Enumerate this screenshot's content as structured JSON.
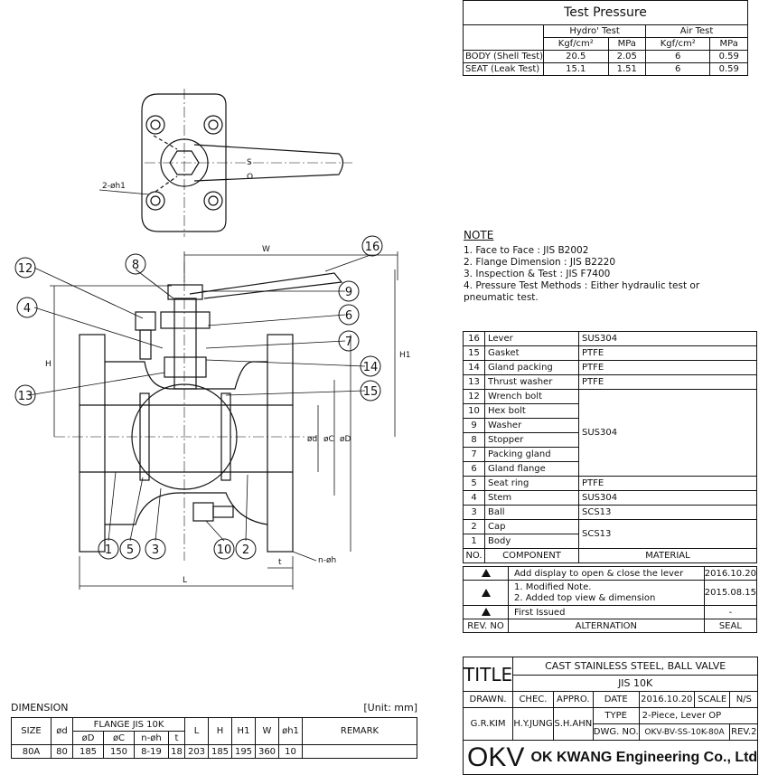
{
  "test_pressure": {
    "title": "Test Pressure",
    "hydro": "Hydro' Test",
    "air": "Air Test",
    "units": [
      "Kgf/cm²",
      "MPa",
      "Kgf/cm²",
      "MPa"
    ],
    "rows": [
      {
        "label": "BODY (Shell Test)",
        "values": [
          "20.5",
          "2.05",
          "6",
          "0.59"
        ]
      },
      {
        "label": "SEAT (Leak Test)",
        "values": [
          "15.1",
          "1.51",
          "6",
          "0.59"
        ]
      }
    ]
  },
  "notes": {
    "title": "NOTE",
    "items": [
      "1. Face to Face : JIS B2002",
      "2. Flange Dimension : JIS B2220",
      "3. Inspection & Test : JIS F7400",
      "4. Pressure Test Methods : Either hydraulic test or pneumatic test."
    ]
  },
  "parts": {
    "header": [
      "NO.",
      "COMPONENT",
      "MATERIAL"
    ],
    "rows": [
      {
        "no": "16",
        "name": "Lever",
        "mat": "SUS304"
      },
      {
        "no": "15",
        "name": "Gasket",
        "mat": "PTFE"
      },
      {
        "no": "14",
        "name": "Gland packing",
        "mat": "PTFE"
      },
      {
        "no": "13",
        "name": "Thrust washer",
        "mat": "PTFE"
      },
      {
        "no": "12",
        "name": "Wrench bolt",
        "mat": ""
      },
      {
        "no": "10",
        "name": "Hex bolt",
        "mat": ""
      },
      {
        "no": "9",
        "name": "Washer",
        "mat": ""
      },
      {
        "no": "8",
        "name": "Stopper",
        "mat": ""
      },
      {
        "no": "7",
        "name": "Packing gland",
        "mat": ""
      },
      {
        "no": "6",
        "name": "Gland flange",
        "mat": ""
      },
      {
        "no": "5",
        "name": "Seat ring",
        "mat": "PTFE"
      },
      {
        "no": "4",
        "name": "Stem",
        "mat": "SUS304"
      },
      {
        "no": "3",
        "name": "Ball",
        "mat": "SCS13"
      },
      {
        "no": "2",
        "name": "Cap",
        "mat": ""
      },
      {
        "no": "1",
        "name": "Body",
        "mat": ""
      }
    ],
    "group_sus304": "SUS304",
    "group_scs13": "SCS13"
  },
  "revisions": {
    "rows": [
      {
        "text": "Add display to open & close the lever",
        "date": "2016.10.20"
      },
      {
        "text": "1. Modified Note.\n2. Added top view & dimension",
        "date": "2015.08.15"
      },
      {
        "text": "First Issued",
        "date": "-"
      }
    ],
    "header": [
      "REV. NO",
      "ALTERNATION",
      "SEAL"
    ]
  },
  "title_block": {
    "title_label": "TITLE",
    "title_line1": "CAST STAINLESS STEEL, BALL VALVE",
    "title_line2": "JIS 10K",
    "drawn_label": "DRAWN.",
    "checked_label": "CHEC.",
    "approved_label": "APPRO.",
    "date_label": "DATE",
    "date": "2016.10.20",
    "scale_label": "SCALE",
    "scale": "N/S",
    "drawn": "G.R.KIM",
    "checked": "H.Y.JUNG",
    "approved": "S.H.AHN",
    "type_label": "TYPE",
    "type": "2-Piece, Lever OP",
    "dwg_label": "DWG. NO.",
    "dwg": "OKV-BV-SS-10K-80A",
    "rev": "REV.2",
    "logo": "OKV",
    "company": "OK KWANG Engineering Co., Ltd"
  },
  "dimension": {
    "title": "DIMENSION",
    "unit": "[Unit: mm]",
    "headers": {
      "size": "SIZE",
      "d": "ød",
      "flange": "FLANGE JIS 10K",
      "D": "øD",
      "C": "øC",
      "nh": "n-øh",
      "t": "t",
      "L": "L",
      "H": "H",
      "H1": "H1",
      "W": "W",
      "h1": "øh1",
      "remark": "REMARK"
    },
    "row": [
      "80A",
      "80",
      "185",
      "150",
      "8-19",
      "18",
      "203",
      "185",
      "195",
      "360",
      "10",
      ""
    ]
  },
  "drawing": {
    "balloons": [
      "16",
      "12",
      "8",
      "9",
      "6",
      "4",
      "7",
      "14",
      "13",
      "15",
      "1",
      "5",
      "3",
      "10",
      "2"
    ],
    "dims": {
      "W": "W",
      "H": "H",
      "H1": "H1",
      "L": "L",
      "t": "t",
      "nh": "n-øh",
      "d": "ød",
      "C": "øC",
      "D": "øD",
      "h1": "2-øh1",
      "S": "S",
      "O": "O"
    }
  }
}
